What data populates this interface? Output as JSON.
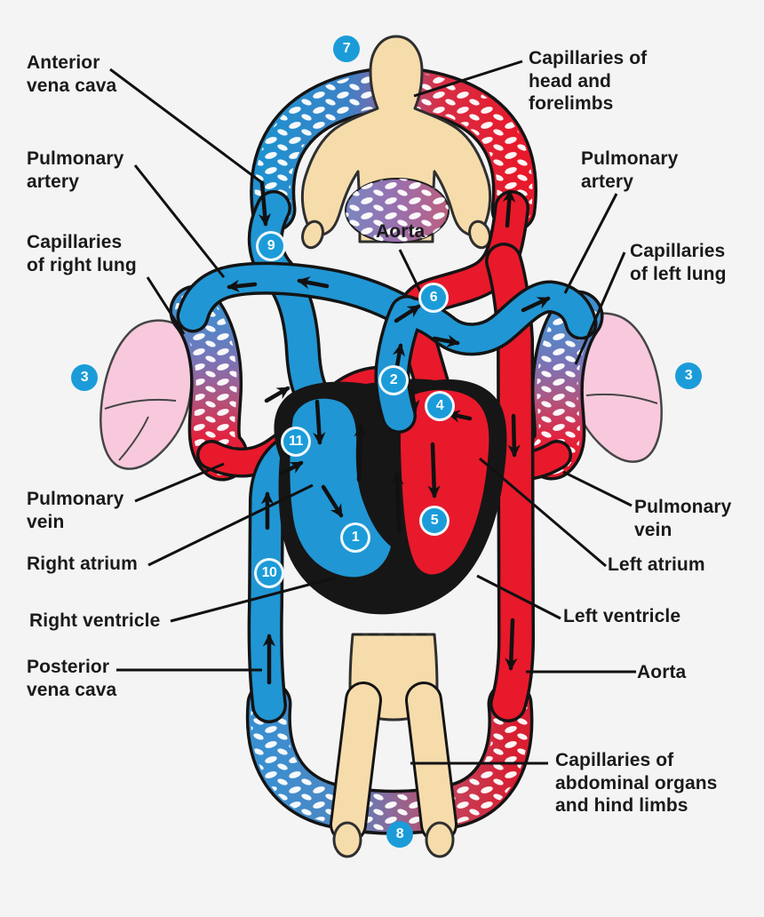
{
  "colors": {
    "background": "#f4f4f5",
    "vessel_blue": "#2196d4",
    "vessel_red": "#e8192b",
    "outline": "#141414",
    "badge_blue": "#1b9cd9",
    "lung_pink": "#f8c9dd",
    "skin": "#f6dcab",
    "mesh_purple": "#8e6bb0",
    "label_text": "#1a1a1a"
  },
  "labels": {
    "anterior_vena_cava": "Anterior\nvena cava",
    "pulmonary_artery_left": "Pulmonary\nartery",
    "capillaries_right_lung": "Capillaries\nof right lung",
    "pulmonary_vein_left": "Pulmonary\nvein",
    "right_atrium": "Right atrium",
    "right_ventricle": "Right ventricle",
    "posterior_vena_cava": "Posterior\nvena cava",
    "capillaries_head": "Capillaries of\nhead and\nforelimbs",
    "pulmonary_artery_right": "Pulmonary\nartery",
    "capillaries_left_lung": "Capillaries\nof left lung",
    "aorta_top": "Aorta",
    "pulmonary_vein_right": "Pulmonary\nvein",
    "left_atrium": "Left atrium",
    "left_ventricle": "Left ventricle",
    "aorta_bottom": "Aorta",
    "capillaries_abdominal": "Capillaries of\nabdominal organs\nand hind limbs"
  },
  "badges": {
    "n1": "1",
    "n2": "2",
    "n3_left": "3",
    "n3_right": "3",
    "n4": "4",
    "n5": "5",
    "n6": "6",
    "n7": "7",
    "n8": "8",
    "n9": "9",
    "n10": "10",
    "n11": "11"
  }
}
